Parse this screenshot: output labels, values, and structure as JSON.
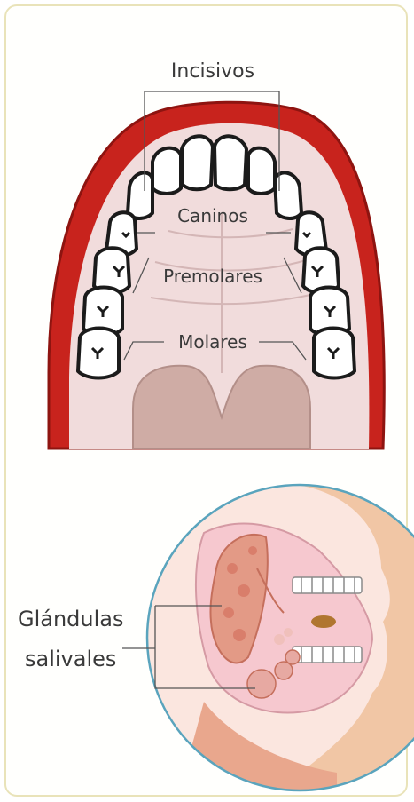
{
  "labels": {
    "incisivos": "Incisivos",
    "caninos": "Caninos",
    "premolares": "Premolares",
    "molares": "Molares",
    "glandulas_line1": "Glándulas",
    "glandulas_line2": "salivales"
  },
  "colors": {
    "lip": "#c8231d",
    "palate": "#f1dcdc",
    "tongue": "#cfaca5",
    "tooth": "#ffffff",
    "face_circle_border": "#5aa4bd",
    "skin": "#f1c6a5",
    "mouth_cavity": "#f6c8cf",
    "gland": "#e39a86"
  }
}
